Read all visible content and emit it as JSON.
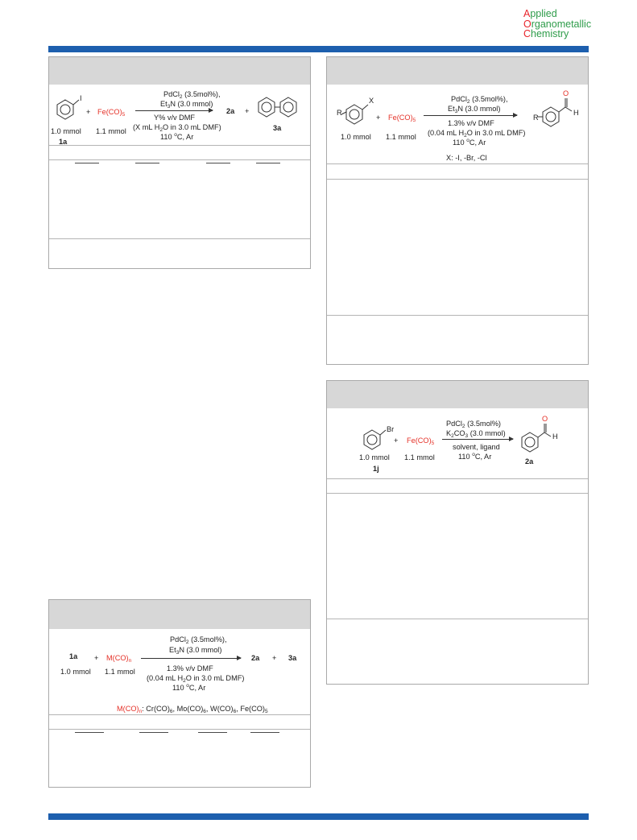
{
  "logo": {
    "line1": "Applied",
    "line2": "Organometallic",
    "line3": "Chemistry",
    "initial1": "A",
    "rest1": "pplied",
    "initial2": "O",
    "rest2": "rganometallic",
    "initial3": "C",
    "rest3": "hemistry"
  },
  "colors": {
    "brand_bar": "#1d5fae",
    "panel_header": "#d7d7d7",
    "metal_reagent": "#e53027",
    "logo_green": "#2e9c4a",
    "logo_red": "#e8242b"
  },
  "panel1": {
    "iodo_label": "I",
    "plus1": "+",
    "reagent": "Fe(CO)",
    "reagent_sub": "5",
    "cond1": "PdCl",
    "cond1_sub": "2",
    "cond1_rest": " (3.5mol%),",
    "cond2": "Et",
    "cond2_sub": "3",
    "cond2_rest": "N (3.0 mmol)",
    "cond3": "Y% v/v DMF",
    "cond4a": "(X mL H",
    "cond4_sub": "2",
    "cond4b": "O in 3.0 mL DMF)",
    "cond5a": "110 ",
    "cond5_sup": "o",
    "cond5b": "C, Ar",
    "product1": "2a",
    "plus2": "+",
    "product2": "3a",
    "amt1": "1.0 mmol",
    "amt2": "1.1 mmol",
    "label1": "1a"
  },
  "panel2": {
    "x_label": "X",
    "r_label": "R",
    "plus1": "+",
    "reagent": "Fe(CO)",
    "reagent_sub": "5",
    "cond1": "PdCl",
    "cond1_sub": "2",
    "cond1_rest": " (3.5mol%),",
    "cond2": "Et",
    "cond2_sub": "3",
    "cond2_rest": "N (3.0 mmol)",
    "cond3": "1.3% v/v DMF",
    "cond4a": "(0.04 mL H",
    "cond4_sub": "2",
    "cond4b": "O in 3.0 mL DMF)",
    "cond5a": "110 ",
    "cond5_sup": "o",
    "cond5b": "C, Ar",
    "prod_o": "O",
    "prod_h": "H",
    "prod_r": "R",
    "amt1": "1.0 mmol",
    "amt2": "1.1 mmol",
    "x_note": "X: -I, -Br, -Cl"
  },
  "panel3": {
    "br_label": "Br",
    "plus1": "+",
    "reagent": "Fe(CO)",
    "reagent_sub": "5",
    "cond1": "PdCl",
    "cond1_sub": "2",
    "cond1_rest": " (3.5mol%)",
    "cond2": "K",
    "cond2_sub": "2",
    "cond2_mid": "CO",
    "cond2_sub2": "3",
    "cond2_rest": " (3.0 mmol)",
    "cond3": "solvent, ligand",
    "cond4a": "110 ",
    "cond4_sup": "o",
    "cond4b": "C, Ar",
    "prod_o": "O",
    "prod_h": "H",
    "amt1": "1.0 mmol",
    "amt2": "1.1 mmol",
    "label1": "1j",
    "product": "2a"
  },
  "panel4": {
    "reactant": "1a",
    "plus1": "+",
    "reagent": "M(CO)",
    "reagent_sub": "n",
    "cond1": "PdCl",
    "cond1_sub": "2",
    "cond1_rest": " (3.5mol%),",
    "cond2": "Et",
    "cond2_sub": "3",
    "cond2_rest": "N (3.0 mmol)",
    "cond3": "1.3% v/v DMF",
    "cond4a": "(0.04 mL H",
    "cond4_sub": "2",
    "cond4b": "O in 3.0 mL DMF)",
    "cond5a": "110 ",
    "cond5_sup": "o",
    "cond5b": "C, Ar",
    "product1": "2a",
    "plus2": "+",
    "product2": "3a",
    "amt1": "1.0 mmol",
    "amt2": "1.1 mmol",
    "note_metal": "M(CO)",
    "note_metal_sub": "n",
    "note_rest1": ": Cr(CO)",
    "note_sub1": "6",
    "note_rest2": ", Mo(CO)",
    "note_sub2": "6",
    "note_rest3": ", W(CO)",
    "note_sub3": "6",
    "note_rest4": ", Fe(CO)",
    "note_sub4": "5"
  }
}
